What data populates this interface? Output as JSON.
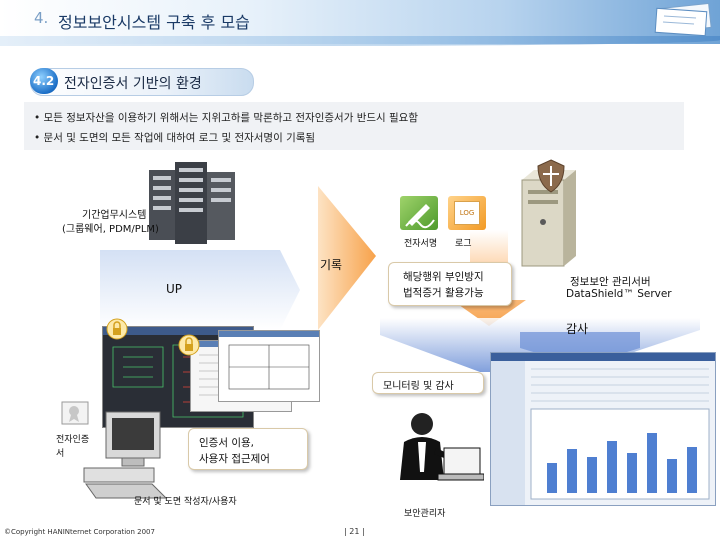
{
  "header": {
    "number": "4.",
    "title": "정보보안시스템 구축 후 모습"
  },
  "section": {
    "number": "4.2",
    "title": "전자인증서 기반의 환경"
  },
  "bullets": [
    "• 모든 정보자산을 이용하기 위해서는 지위고하를 막론하고 전자인증서가 반드시 필요함",
    "• 문서 및 도면의 모든 작업에 대하여 로그 및 전자서명이 기록됨"
  ],
  "server": {
    "label_line1": "기간업무시스템",
    "label_line2": "(그룹웨어, PDM/PLM)"
  },
  "icons": {
    "signature_label": "전자서명",
    "log_label": "로그",
    "log_tag": "LOG"
  },
  "flow": {
    "record_label": "기록",
    "up_label": "UP",
    "box1_line1": "해당행위 부인방지",
    "box1_line2": "법적증거 활용가능",
    "audit_label": "감사",
    "monitor_label": "모니터링 및 감사",
    "box2_line1": "인증서 이용,",
    "box2_line2": "사용자 접근제어"
  },
  "mgmt_server": {
    "line1": "정보보안 관리서버",
    "line2": "DataShield™ Server"
  },
  "cert": {
    "line1": "전자인증",
    "line2": "서"
  },
  "user_label": "문서 및 도면 작성자/사용자",
  "admin_label": "보안관리자",
  "footer": {
    "copyright": "©Copyright HANINternet Corporation 2007",
    "page": "| 21 |"
  },
  "colors": {
    "accent_blue": "#1c6fc7",
    "arrow_orange": "#f7a24a",
    "arrow_blue": "#6b8fd6"
  }
}
